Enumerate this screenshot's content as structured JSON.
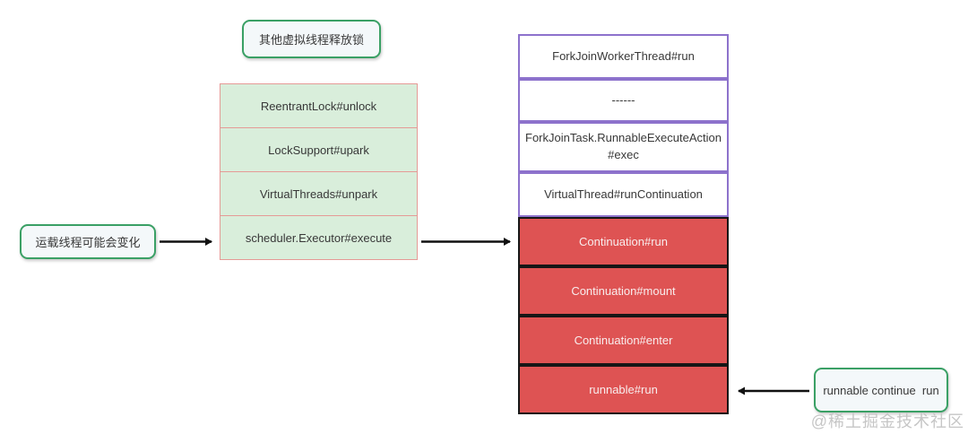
{
  "notes": {
    "top": "其他虚拟线程释放锁",
    "left": "运载线程可能会变化",
    "bottom_right": "runnable continue  run"
  },
  "unlock_stack": {
    "items": [
      "ReentrantLock#unlock",
      "LockSupport#upark",
      "VirtualThreads#unpark",
      "scheduler.Executor#execute"
    ]
  },
  "call_stack": {
    "frames_outer": [
      "ForkJoinWorkerThread#run",
      "------",
      "ForkJoinTask.RunnableExecuteAction#exec",
      "VirtualThread#runContinuation"
    ],
    "frames_inner": [
      "Continuation#run",
      "Continuation#mount",
      "Continuation#enter",
      "runnable#run"
    ]
  },
  "watermark": "@稀土掘金技术社区",
  "colors": {
    "note_border": "#3aa065",
    "note_fill": "#f4f8fa",
    "stack_green_fill": "#d9eedb",
    "stack_green_border": "#e59a96",
    "frame_purple_border": "#8d72cc",
    "frame_red_fill": "#de5353",
    "frame_red_border": "#161616",
    "arrow": "#111111",
    "watermark_gray": "#c6c6c6"
  }
}
